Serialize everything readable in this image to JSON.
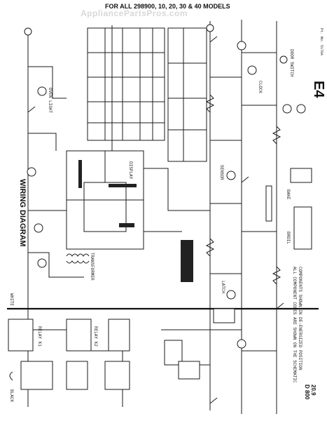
{
  "watermark": "AppliancePartsPros.com",
  "header": "FOR ALL 298900, 10, 20, 30 & 40 MODELS",
  "sheet_code": "E4",
  "diagram_title": "WIRING DIAGRAM",
  "corner_labels": [
    "20.9",
    "D 800"
  ],
  "part_number": "Pt. No. 5170A",
  "labels": {
    "white": "WHITE",
    "black": "BLACK",
    "clock": "CLOCK",
    "bake": "BAKE",
    "broil": "BROIL",
    "oven_light": "OVEN LIGHT",
    "door_switch": "DOOR SWITCH",
    "sensor": "SENSOR",
    "relay_k1": "RELAY K1",
    "relay_k2": "RELAY K2",
    "transformer": "TRANSFORMER",
    "latch": "LATCH",
    "display": "DISPLAY",
    "note_1": "COMPONENTS SHOWN IN DE-ENERGIZED POSITION",
    "note_2": "ALL COMPONENT CODES ARE SHOWN ON THE SCHEMATIC"
  }
}
